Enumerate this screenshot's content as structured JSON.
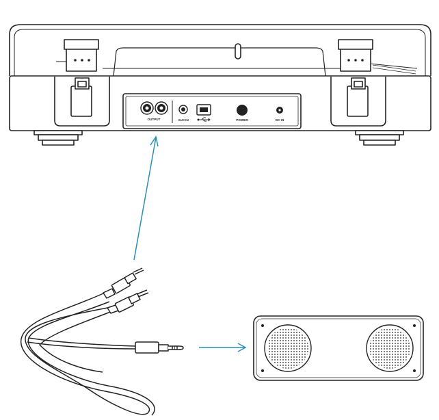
{
  "panel_labels": {
    "output": "OUTPUT",
    "aux_in": "AUX IN",
    "power": "POWER",
    "dc_in": "DC IN"
  },
  "colors": {
    "line": "#222222",
    "arrow": "#2a8fb0",
    "background": "#ffffff"
  },
  "icons": [
    "usb-icon"
  ]
}
